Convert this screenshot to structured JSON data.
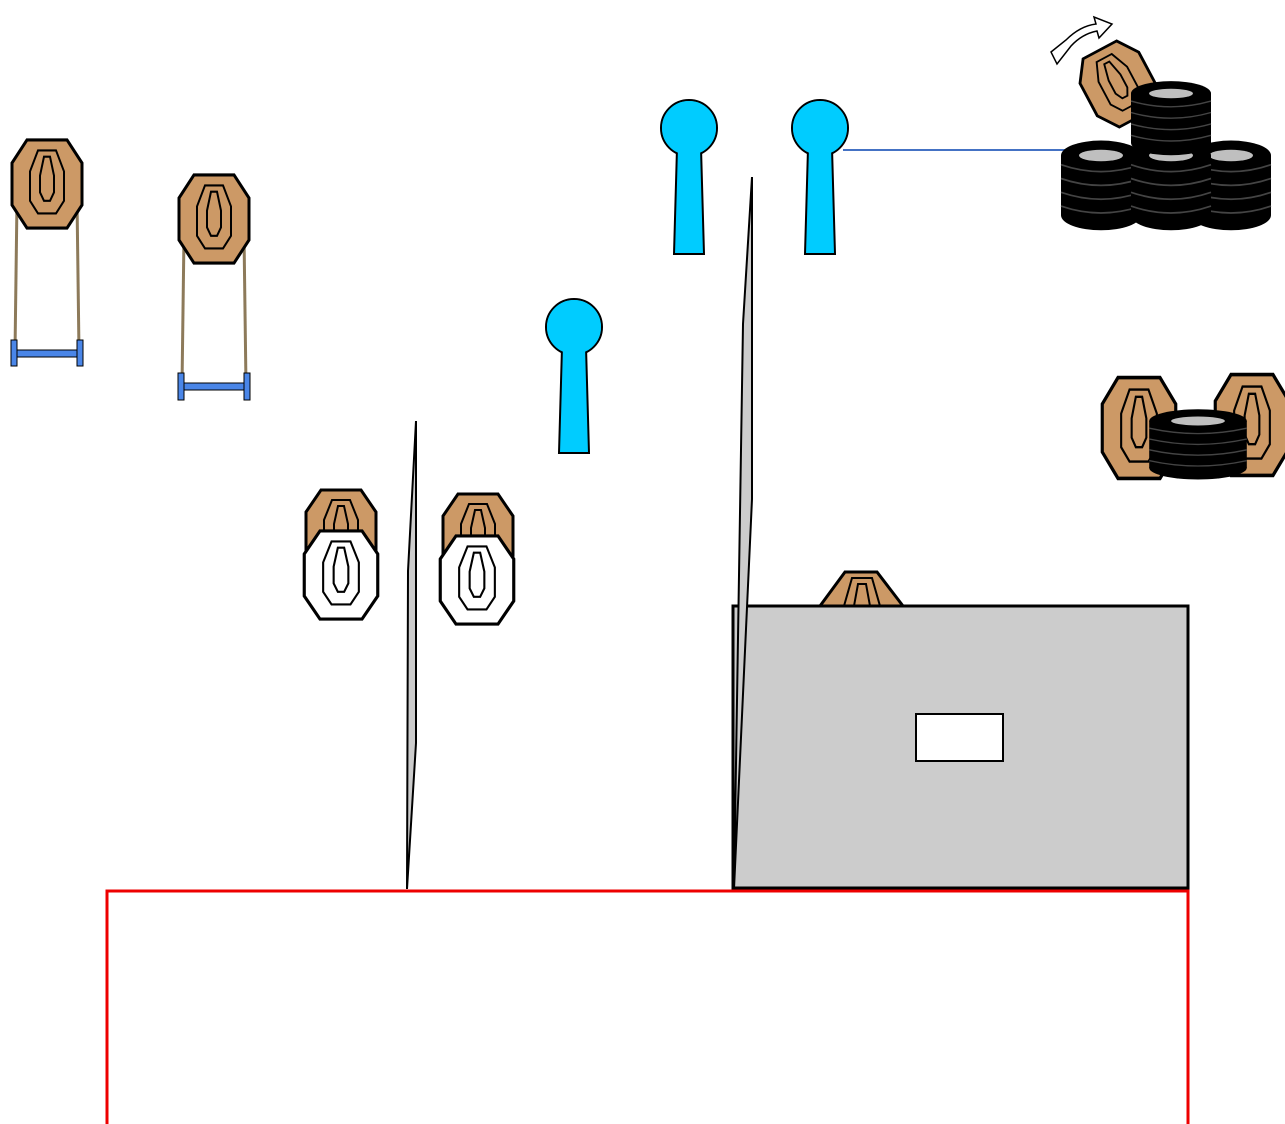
{
  "diagram": {
    "kind": "shooting stage layout",
    "colors": {
      "background": "#ffffff",
      "cardboard_target": "#cc9966",
      "no_shoot_target": "#ffffff",
      "steel_popper": "#00ccff",
      "target_stand_base": "#4a86e8",
      "target_stand_pole": "#8d7a5a",
      "wall": "#cccccc",
      "outline": "#000000",
      "fault_line": "#ee0000",
      "activation_wire": "#4472c4",
      "tire": "#000000",
      "tire_hole": "#bfbfbf"
    },
    "elements": {
      "cardboard_targets": 9,
      "no_shoot_targets": 2,
      "steel_poppers": 3,
      "tire_stacks": 2,
      "walls": 3,
      "port_openings": 1,
      "swinger_arrows": 1
    }
  }
}
